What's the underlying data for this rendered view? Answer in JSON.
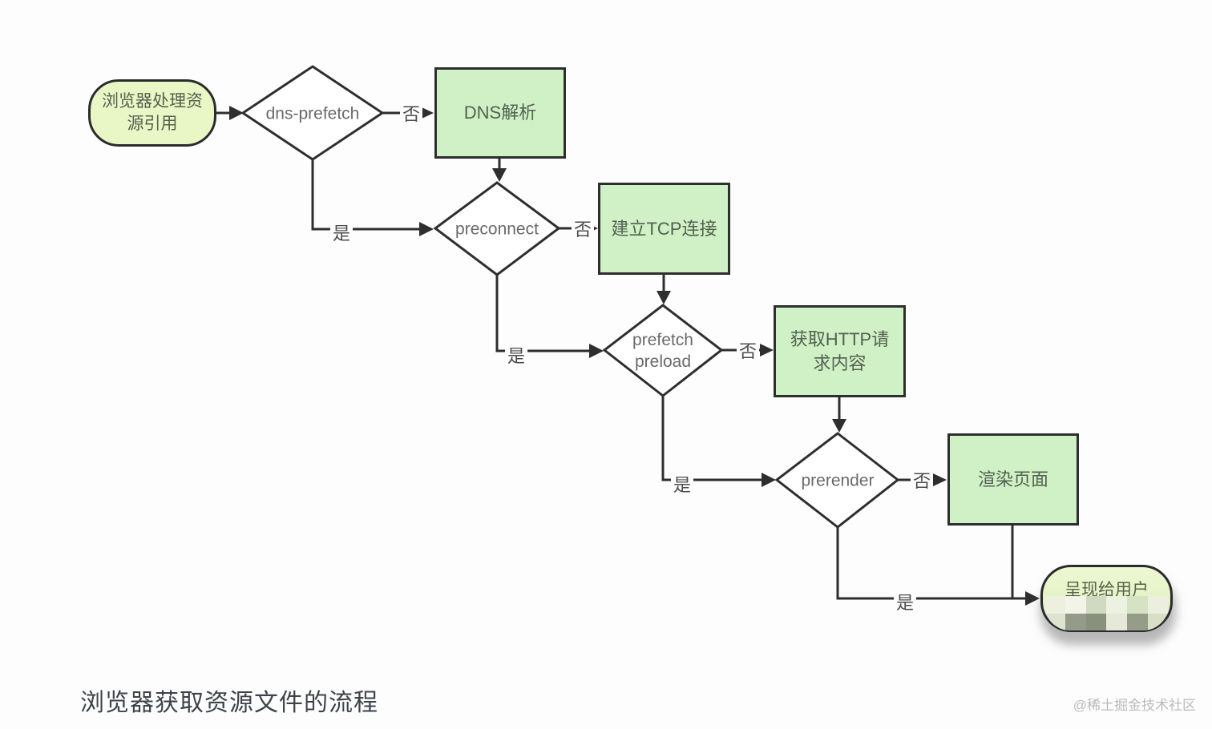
{
  "caption": "浏览器获取资源文件的流程",
  "watermark": "@稀土掘金技术社区",
  "colors": {
    "process_fill": "#cff1c5",
    "terminal_fill": "#e9f6c6",
    "stroke": "#2e2e2e",
    "diamond_text": "#6a6a6a",
    "edge_label_text": "#4c4c4c",
    "caption_text": "#3d434a",
    "watermark_text": "#b9babc"
  },
  "flow": {
    "start_label": "浏览器处理资源引用",
    "end_label": "呈现给用户",
    "yes": "是",
    "no": "否",
    "decisions": [
      {
        "label": "dns-prefetch"
      },
      {
        "label": "preconnect"
      },
      {
        "label": "prefetch preload"
      },
      {
        "label": "prerender"
      }
    ],
    "processes": [
      {
        "label": "DNS解析"
      },
      {
        "label": "建立TCP连接"
      },
      {
        "label": "获取HTTP请求内容"
      },
      {
        "label": "渲染页面"
      }
    ]
  }
}
